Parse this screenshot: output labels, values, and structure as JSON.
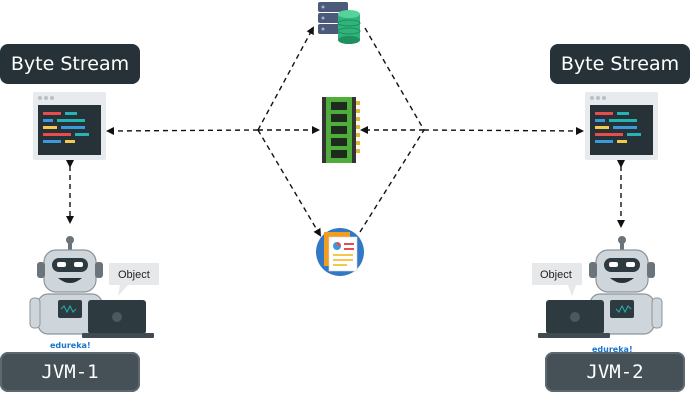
{
  "left": {
    "stream_label": "Byte Stream",
    "object_label": "Object",
    "brand": "edureka!",
    "jvm_label": "JVM-1"
  },
  "right": {
    "stream_label": "Byte Stream",
    "object_label": "Object",
    "brand": "edureka!",
    "jvm_label": "JVM-2"
  },
  "colors": {
    "dark": "#263238",
    "jvm": "#455057",
    "code_red": "#e84d4d",
    "code_teal": "#26b3b3",
    "code_blue": "#3a9ad9",
    "code_yellow": "#f2c94c",
    "arrow": "#111111"
  },
  "icons": [
    "database-icon",
    "memory-chip-icon",
    "file-document-icon",
    "robot-icon",
    "laptop-icon",
    "code-window-icon"
  ]
}
